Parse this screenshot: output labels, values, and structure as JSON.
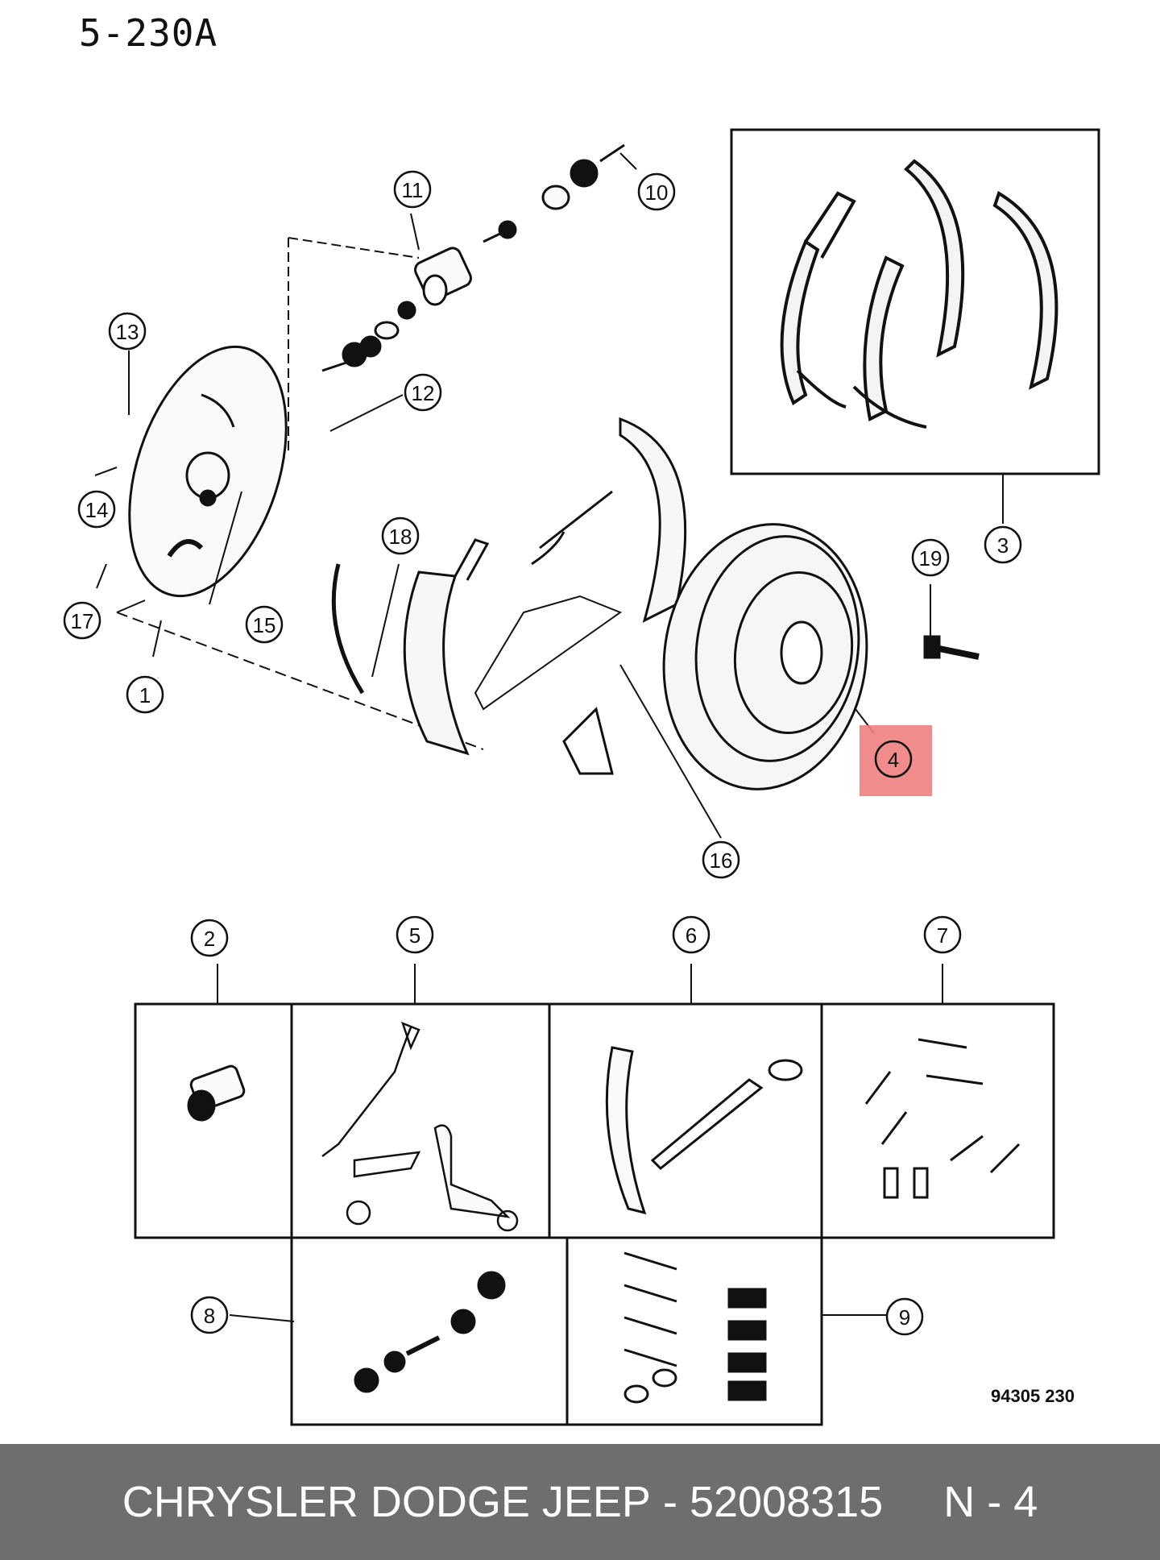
{
  "page_code": "5-230A",
  "reference_code": "94305  230",
  "highlight_color": "#f08080",
  "callouts": [
    "1",
    "2",
    "3",
    "4",
    "5",
    "6",
    "7",
    "8",
    "9",
    "10",
    "11",
    "12",
    "13",
    "14",
    "15",
    "16",
    "17",
    "18",
    "19"
  ],
  "highlighted_callout": "4",
  "footer": {
    "brand": "CHRYSLER DODGE JEEP",
    "separator": " - ",
    "part_number": "52008315",
    "note_gap": "     ",
    "position": "N - 4"
  }
}
